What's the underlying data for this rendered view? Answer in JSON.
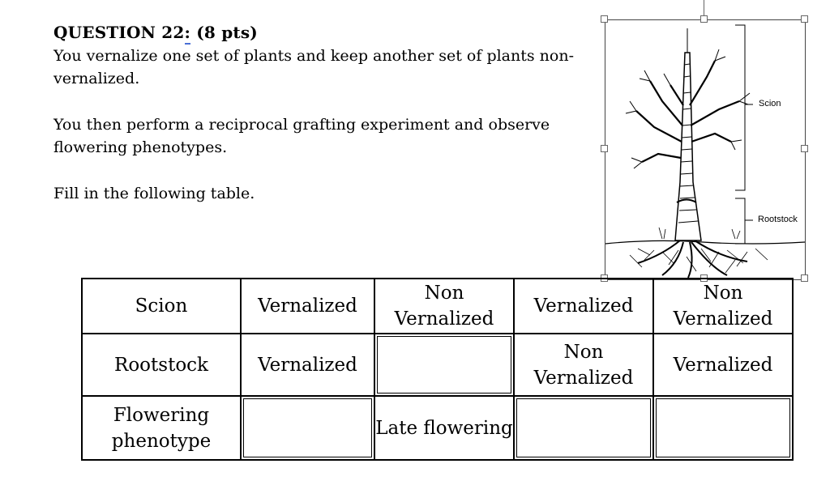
{
  "question": {
    "label": "QUESTION 22",
    "separator": ":",
    "points": " (8 pts)",
    "paragraph1": "You vernalize one set of plants and keep another set of plants non-vernalized.",
    "paragraph2": "You then perform a reciprocal grafting experiment and observe flowering phenotypes.",
    "paragraph3": "Fill in the following table."
  },
  "figure": {
    "scion_label": "Scion",
    "rootstock_label": "Rootstock"
  },
  "table": {
    "rows": [
      {
        "header": "Scion",
        "cells": [
          "Vernalized",
          "Non Vernalized",
          "Vernalized",
          "Non Vernalized"
        ]
      },
      {
        "header": "Rootstock",
        "cells": [
          "Vernalized",
          "",
          "Non Vernalized",
          "Vernalized"
        ]
      },
      {
        "header": "Flowering phenotype",
        "cells": [
          "",
          "Late flowering",
          "",
          ""
        ]
      }
    ]
  }
}
